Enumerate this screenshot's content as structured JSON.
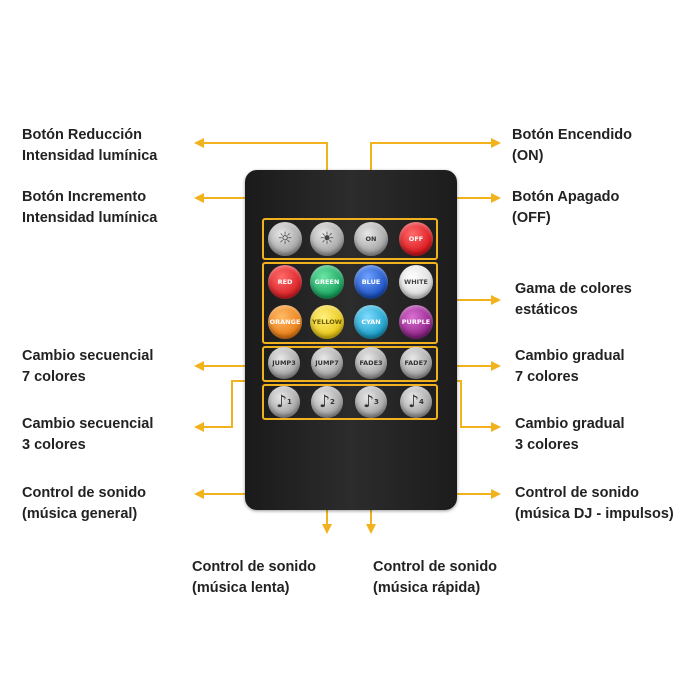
{
  "labels": {
    "reduce": [
      "Botón Reducción",
      "Intensidad lumínica"
    ],
    "increase": [
      "Botón Incremento",
      "Intensidad lumínica"
    ],
    "on": [
      "Botón Encendido",
      "(ON)"
    ],
    "off": [
      "Botón Apagado",
      "(OFF)"
    ],
    "static_colors": [
      "Gama de colores",
      "estáticos"
    ],
    "jump7": [
      "Cambio secuencial",
      "7 colores"
    ],
    "jump3": [
      "Cambio secuencial",
      "3 colores"
    ],
    "fade7": [
      "Cambio gradual",
      "7 colores"
    ],
    "fade3": [
      "Cambio gradual",
      "3 colores"
    ],
    "sound_general": [
      "Control de sonido",
      "(música general)"
    ],
    "sound_slow": [
      "Control de sonido",
      "(música lenta)"
    ],
    "sound_fast": [
      "Control de sonido",
      "(música rápida)"
    ],
    "sound_dj": [
      "Control de sonido",
      "(música DJ - impulsos)"
    ]
  },
  "buttons": {
    "on": "ON",
    "off": "OFF",
    "red": "RED",
    "green": "GREEN",
    "blue": "BLUE",
    "white": "WHITE",
    "orange": "ORANGE",
    "yellow": "YELLOW",
    "cyan": "CYAN",
    "purple": "PURPLE",
    "jump3": "JUMP3",
    "jump7": "JUMP7",
    "fade3": "FADE3",
    "fade7": "FADE7",
    "music1": "1",
    "music2": "2",
    "music3": "3",
    "music4": "4"
  },
  "colors": {
    "accent": "#f2b21e",
    "red": "#e3262b",
    "green": "#1db46a",
    "blue": "#1d5fd0",
    "white": "#f4f4f4",
    "orange": "#f08a1e",
    "yellow": "#f2d21a",
    "cyan": "#1fb0d8",
    "purple": "#a2309a"
  }
}
